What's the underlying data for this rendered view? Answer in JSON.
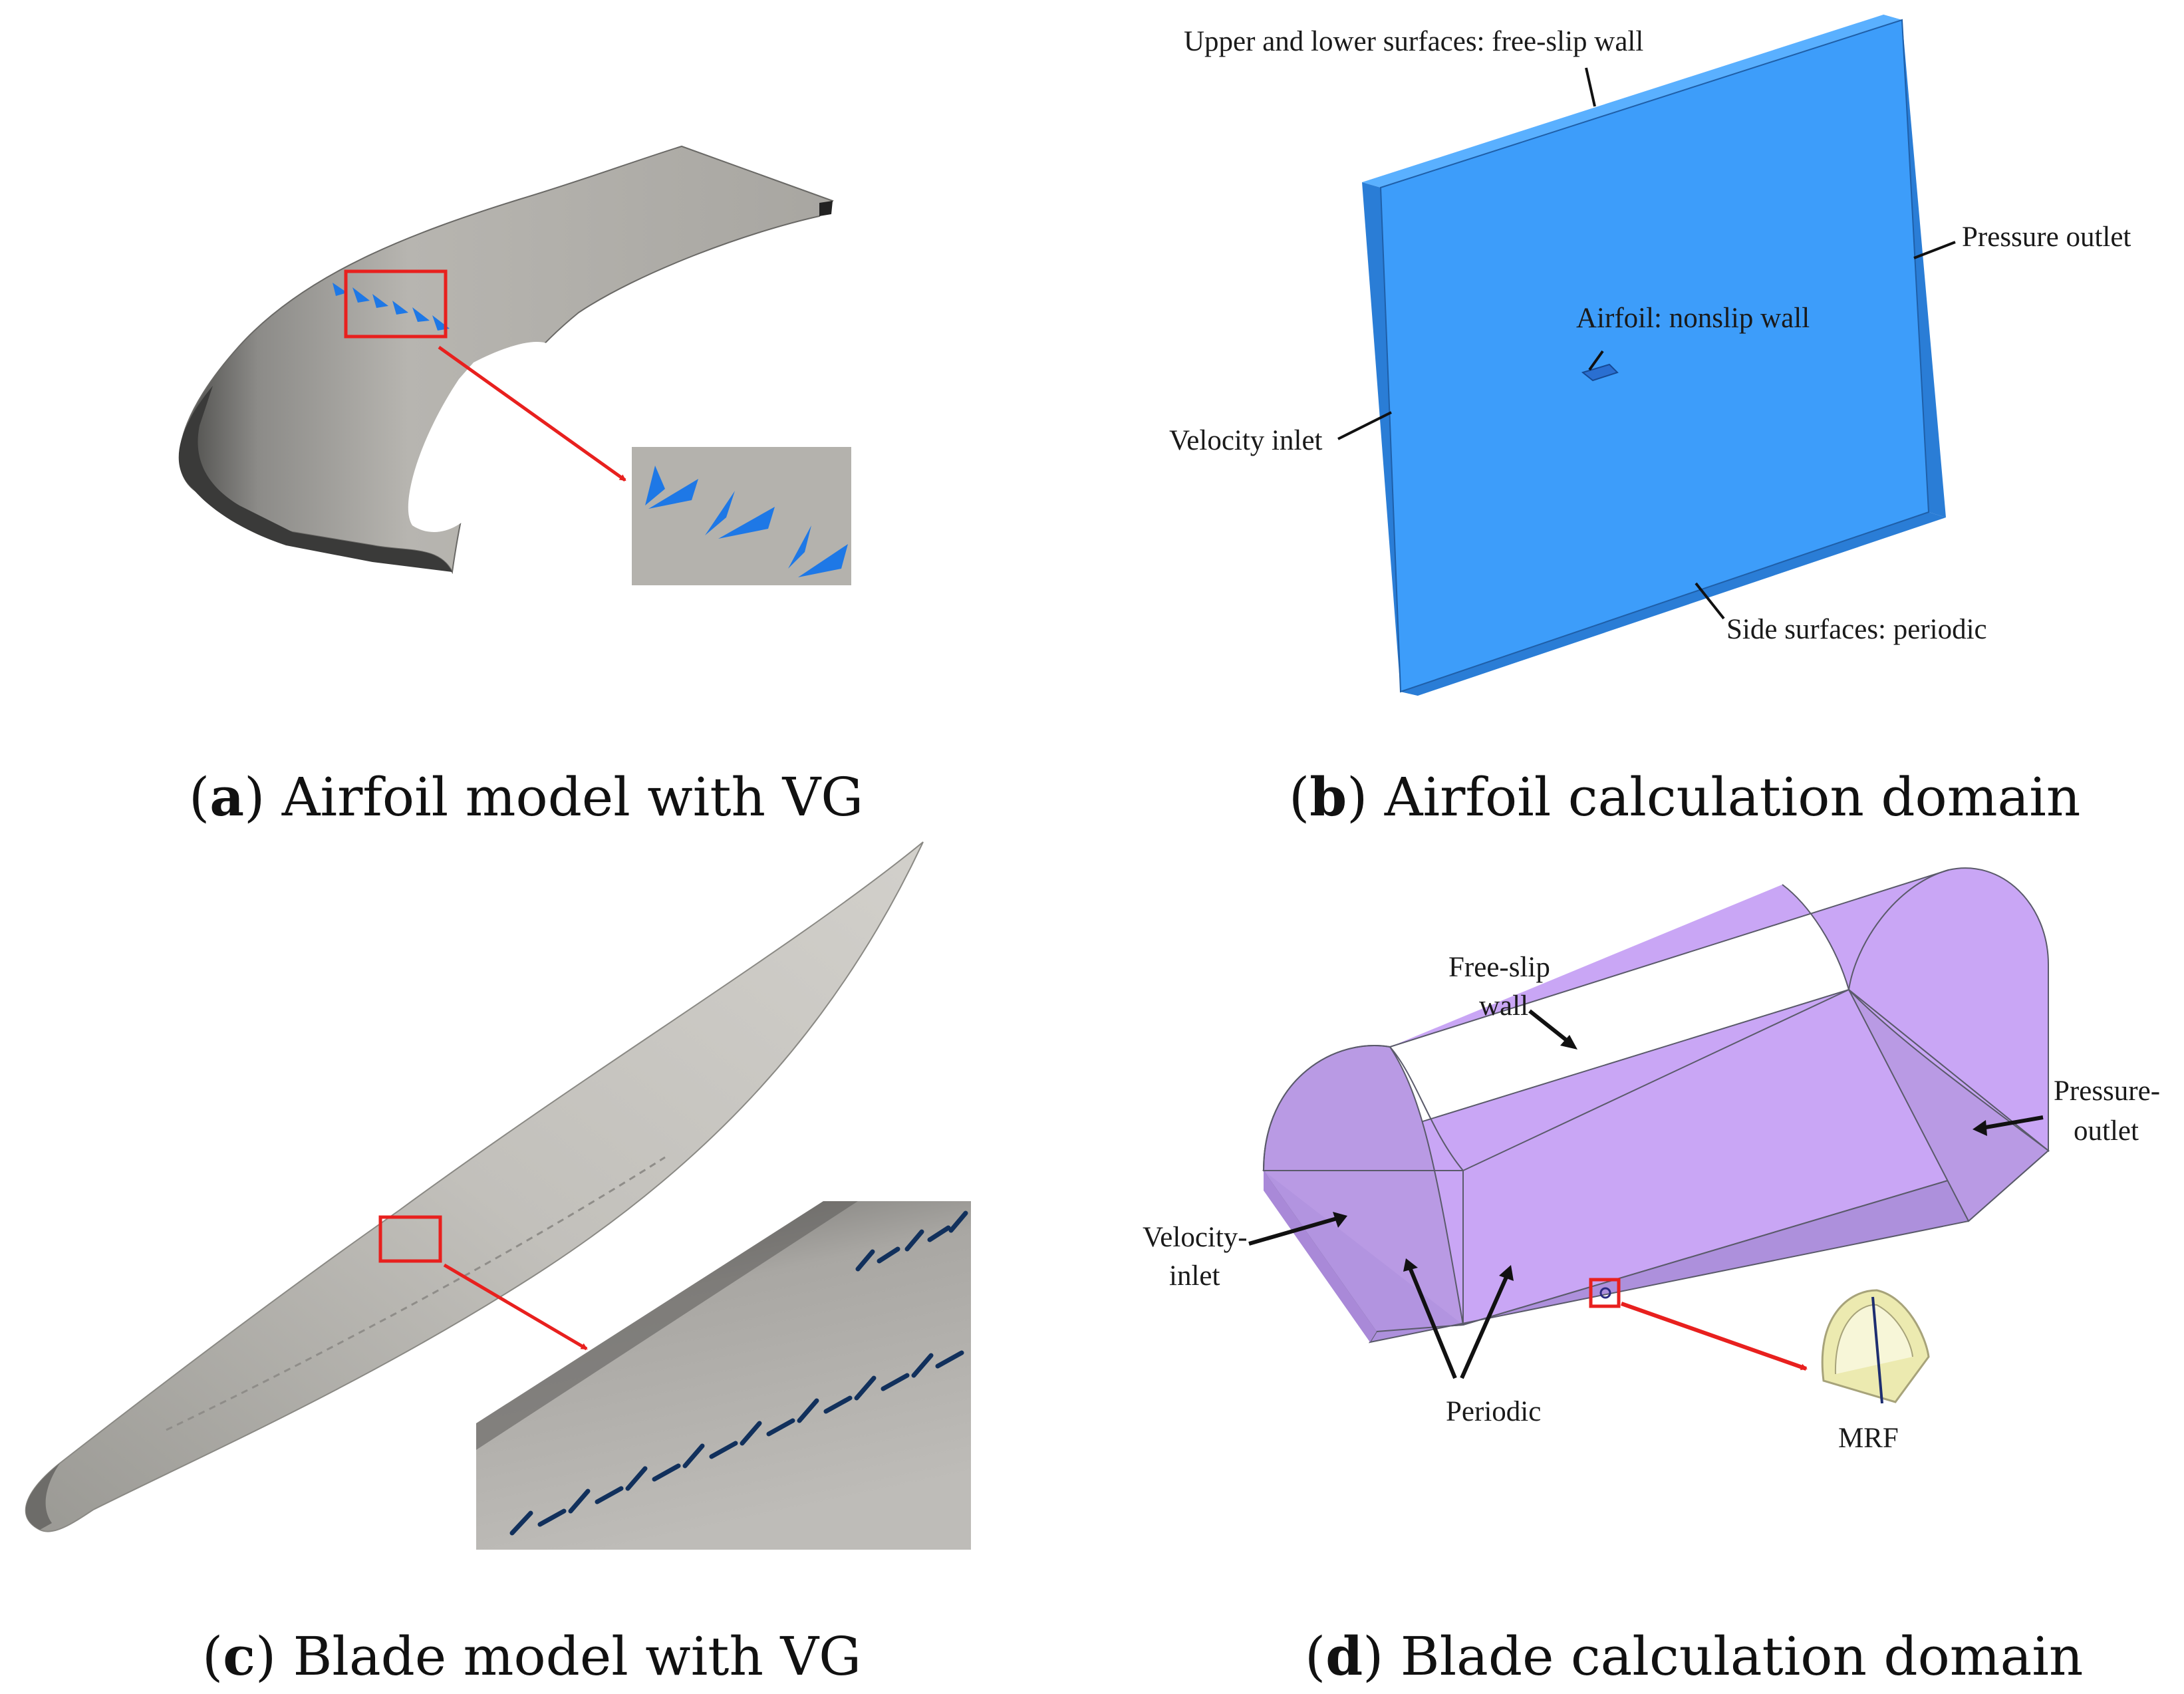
{
  "colors": {
    "vg_blue": "#1e78e6",
    "domain_blue": "#3d9dfa",
    "domain_blue_edge": "#2a7dd6",
    "domain_purple": "#c4a2f4",
    "mrf_yellow": "#eceab0",
    "highlight_red": "#e8201e",
    "surface_gray": "#b4b2ad"
  },
  "panels": {
    "a": {
      "letter": "a",
      "caption": "Airfoil model with VG"
    },
    "b": {
      "letter": "b",
      "caption": "Airfoil calculation domain",
      "labels": {
        "top": "Upper and lower surfaces: free-slip wall",
        "right": "Pressure outlet",
        "center": "Airfoil: nonslip wall",
        "left": "Velocity inlet",
        "bottom": "Side surfaces: periodic"
      }
    },
    "c": {
      "letter": "c",
      "caption": "Blade model with VG"
    },
    "d": {
      "letter": "d",
      "caption": "Blade calculation domain",
      "labels": {
        "top_line1": "Free-slip",
        "top_line2": "wall",
        "right_line1": "Pressure-",
        "right_line2": "outlet",
        "left_line1": "Velocity-",
        "left_line2": "inlet",
        "bottom": "Periodic",
        "mrf": "MRF"
      }
    }
  }
}
